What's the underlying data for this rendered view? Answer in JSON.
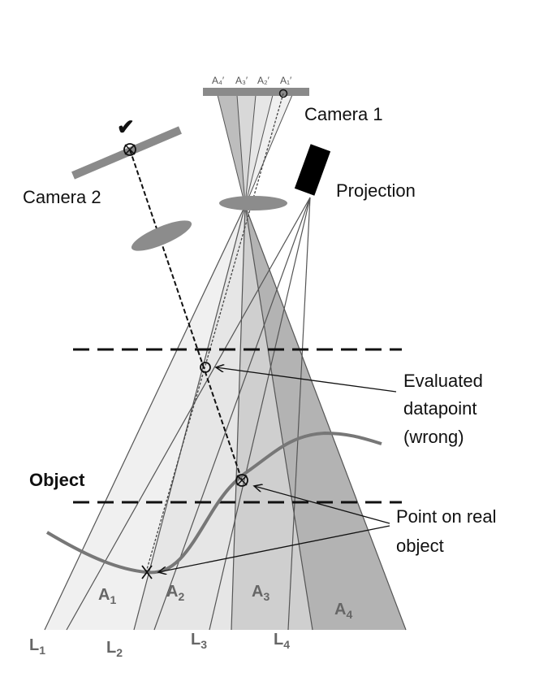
{
  "labels": {
    "camera1": "Camera 1",
    "camera2": "Camera 2",
    "projection": "Projection",
    "object": "Object",
    "evaluated_line1": "Evaluated",
    "evaluated_line2": "datapoint",
    "evaluated_line3": "(wrong)",
    "point_line1": "Point on real",
    "point_line2": "object",
    "checkmark": "✔"
  },
  "regions": {
    "a1": "A",
    "a1_sub": "1",
    "a2": "A",
    "a2_sub": "2",
    "a3": "A",
    "a3_sub": "3",
    "a4": "A",
    "a4_sub": "4"
  },
  "lines": {
    "l1": "L",
    "l1_sub": "1",
    "l2": "L",
    "l2_sub": "2",
    "l3": "L",
    "l3_sub": "3",
    "l4": "L",
    "l4_sub": "4"
  },
  "sensor": {
    "a4p": "A₄′",
    "a3p": "A₃′",
    "a2p": "A₂′",
    "a1p": "A₁′"
  },
  "colors": {
    "fan_light": "#ececec",
    "fan_mid": "#d6d6d6",
    "fan_dark": "#bdbdbd",
    "fan_darkest": "#a8a8a8",
    "sensor": "#8a8a8a",
    "lens": "#8c8c8c",
    "curve": "#777777",
    "projector": "#000000"
  }
}
